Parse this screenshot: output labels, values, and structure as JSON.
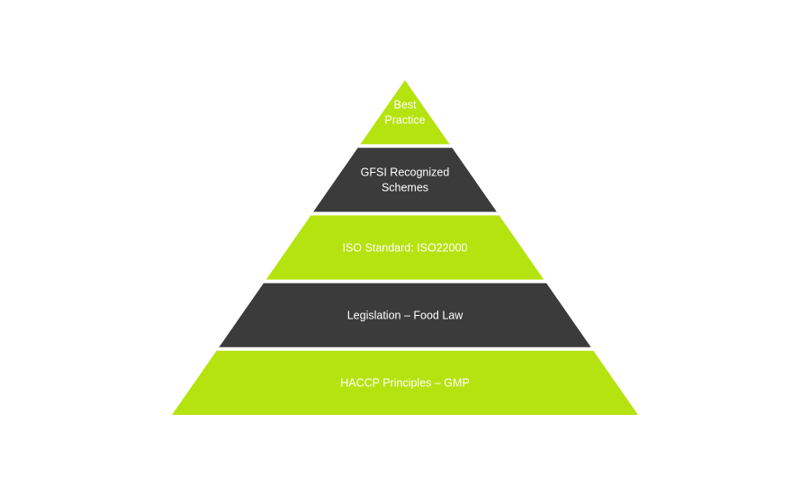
{
  "pyramid": {
    "colors": {
      "green": "#b5e30f",
      "dark": "#3b3b3b",
      "text": "#ffffff",
      "background": "#ffffff"
    },
    "tiers": [
      {
        "lines": [
          "Best",
          "Practice"
        ],
        "color": "green"
      },
      {
        "lines": [
          "GFSI Recognized",
          "Schemes"
        ],
        "color": "dark"
      },
      {
        "lines": [
          "ISO Standard: ISO22000"
        ],
        "color": "green"
      },
      {
        "lines": [
          "Legislation – Food Law"
        ],
        "color": "dark"
      },
      {
        "lines": [
          "HACCP Principles – GMP"
        ],
        "color": "green"
      }
    ]
  }
}
